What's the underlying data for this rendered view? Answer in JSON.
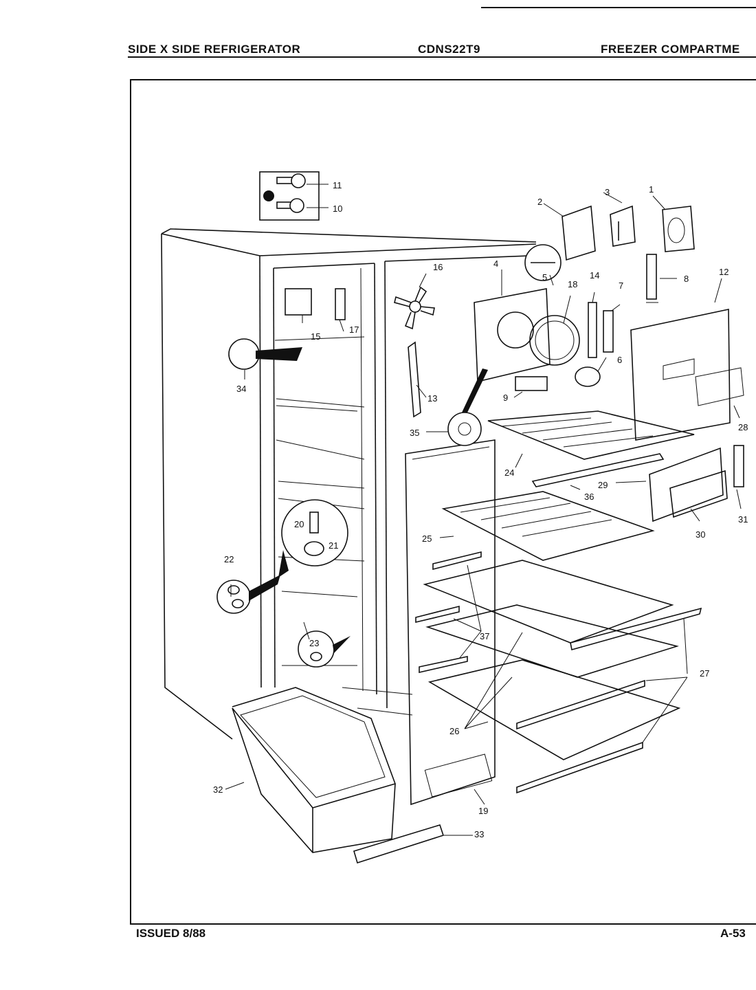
{
  "header": {
    "left": "SIDE X SIDE REFRIGERATOR",
    "center": "CDNS22T9",
    "right": "FREEZER COMPARTME"
  },
  "footer": {
    "left": "ISSUED 8/88",
    "right": "A-53"
  },
  "callouts": [
    "1",
    "2",
    "3",
    "4",
    "5",
    "6",
    "7",
    "8",
    "9",
    "10",
    "11",
    "12",
    "13",
    "14",
    "15",
    "16",
    "17",
    "18",
    "19",
    "20",
    "21",
    "22",
    "23",
    "24",
    "25",
    "26",
    "27",
    "28",
    "29",
    "30",
    "31",
    "32",
    "33",
    "34",
    "35",
    "36",
    "37"
  ]
}
